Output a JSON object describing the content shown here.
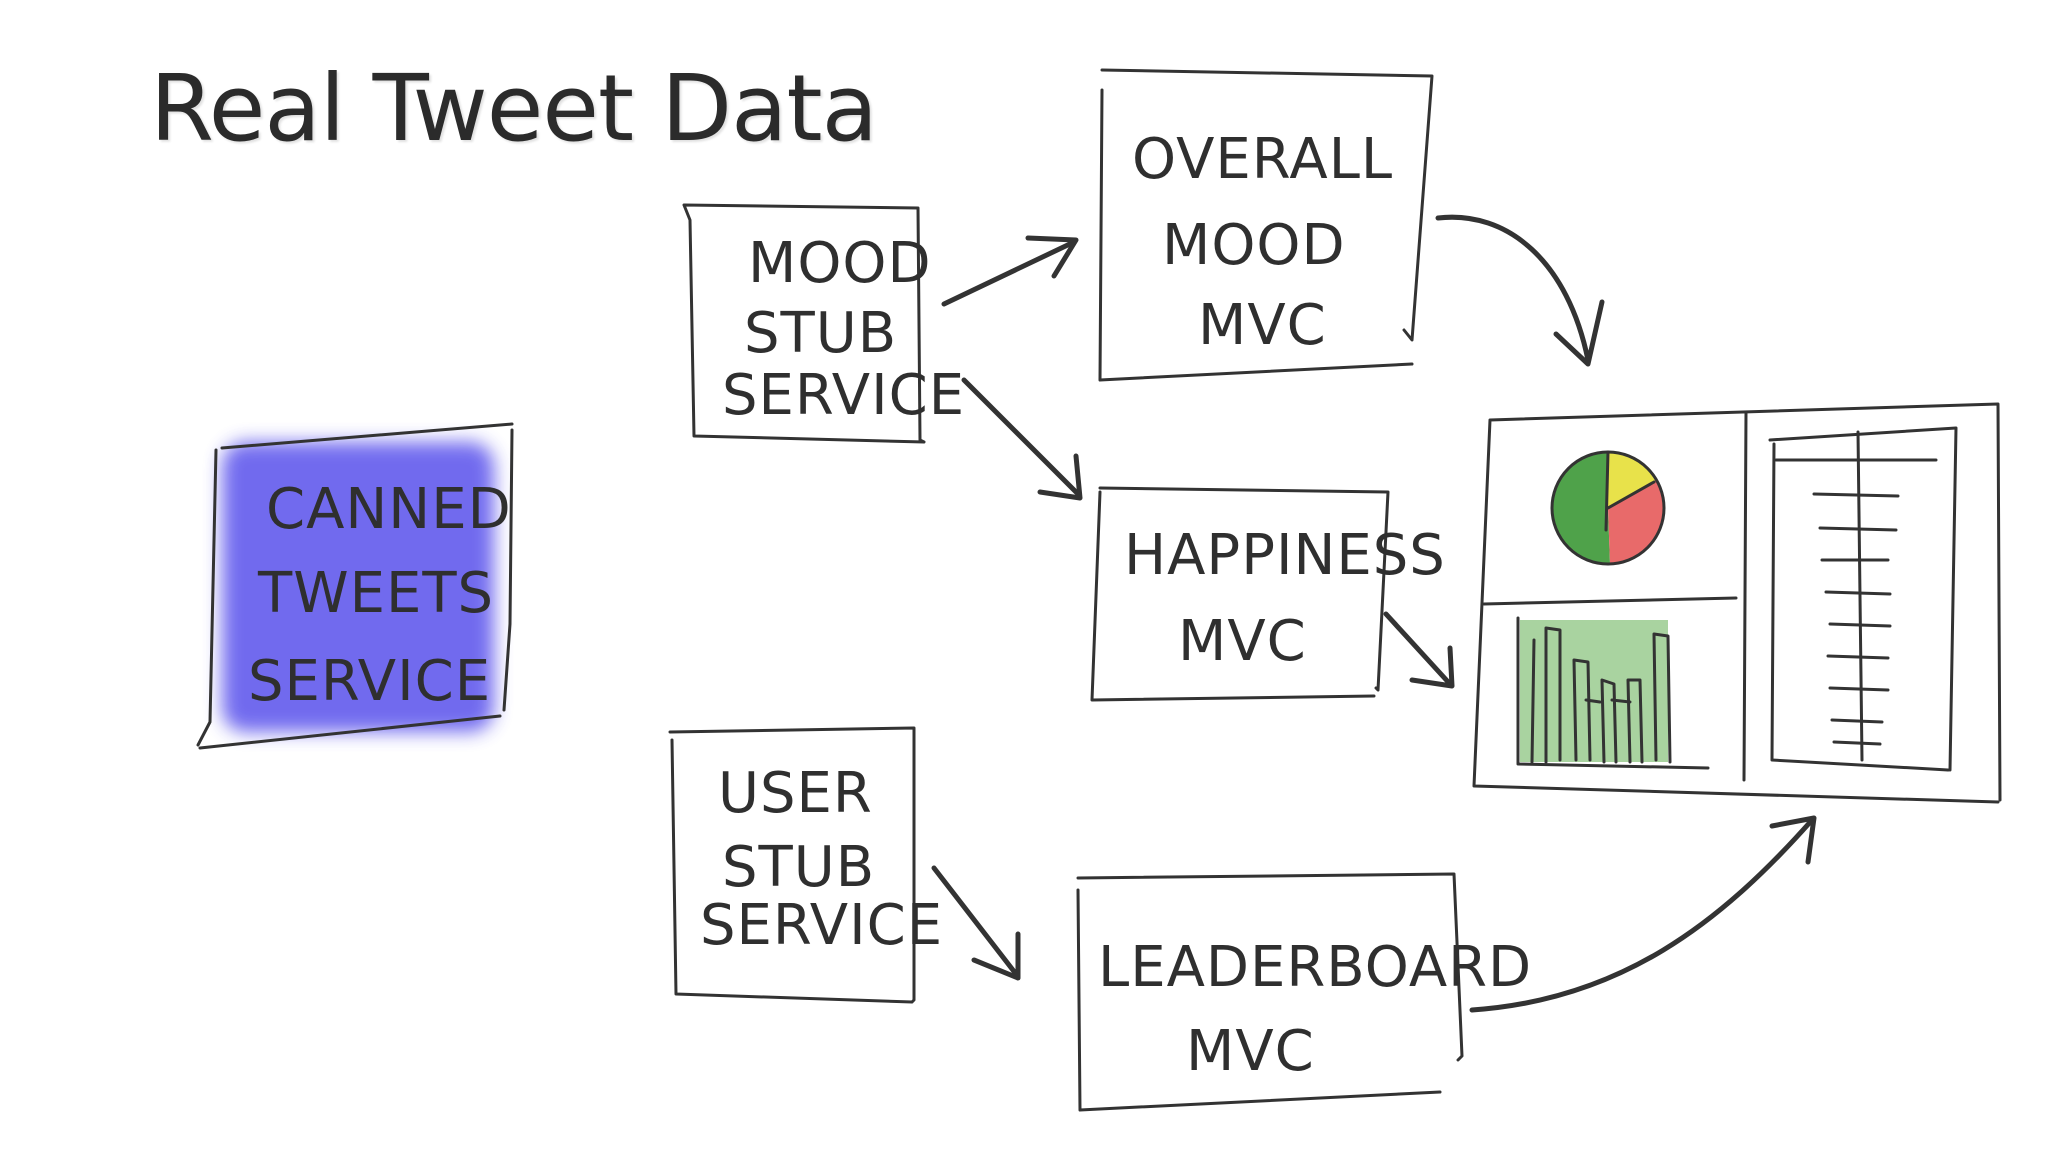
{
  "title": "Real Tweet Data",
  "colors": {
    "ink": "#333333",
    "canned_fill": "#6b63ee",
    "pie_green": "#4fa24a",
    "pie_yellow": "#e8e24a",
    "pie_red": "#e86a6a",
    "bar_fill": "#a9d3a0"
  },
  "boxes": {
    "canned_tweets_service": {
      "lines": [
        "CANNED",
        "TWEETS",
        "SERVICE"
      ]
    },
    "mood_stub_service": {
      "lines": [
        "MOOD",
        "STUB",
        "SERVICE"
      ]
    },
    "user_stub_service": {
      "lines": [
        "USER",
        "STUB",
        "SERVICE"
      ]
    },
    "overall_mood_mvc": {
      "lines": [
        "OVERALL",
        "MOOD",
        "MVC"
      ]
    },
    "happiness_mvc": {
      "lines": [
        "HAPPINESS",
        "MVC"
      ]
    },
    "leaderboard_mvc": {
      "lines": [
        "LEADERBOARD",
        "MVC"
      ]
    }
  },
  "dashboard": {
    "panels": [
      "pie-chart-panel",
      "bar-chart-panel",
      "leaderboard-list-panel"
    ]
  },
  "arrows": [
    {
      "from": "mood_stub_service",
      "to": "overall_mood_mvc"
    },
    {
      "from": "mood_stub_service",
      "to": "happiness_mvc"
    },
    {
      "from": "user_stub_service",
      "to": "leaderboard_mvc"
    },
    {
      "from": "overall_mood_mvc",
      "to": "dashboard"
    },
    {
      "from": "happiness_mvc",
      "to": "dashboard"
    },
    {
      "from": "leaderboard_mvc",
      "to": "dashboard"
    }
  ]
}
